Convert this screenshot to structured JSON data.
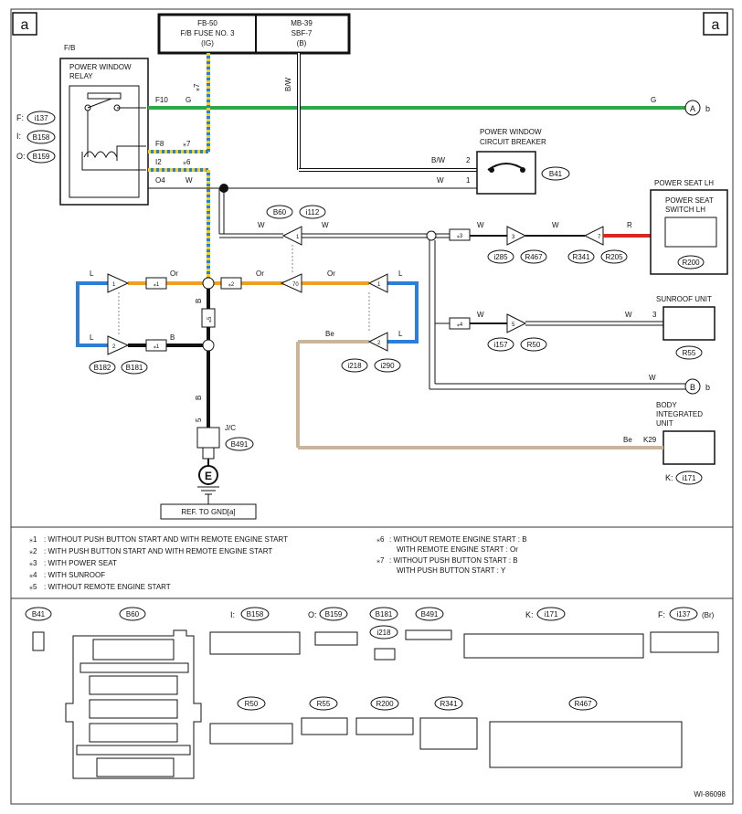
{
  "corner_left": "a",
  "corner_right": "a",
  "fuse_box": {
    "name": "FB-50",
    "line1": "F/B FUSE NO. 3",
    "line2": "(IG)"
  },
  "sbf_box": {
    "name": "MB-39",
    "line1": "SBF-7",
    "line2": "(B)"
  },
  "fb_label": "F/B",
  "relay": {
    "line1": "POWER WINDOW",
    "line2": "RELAY"
  },
  "relay_pins": {
    "f10": "F10",
    "f8": "F8",
    "i2": "I2",
    "o4": "O4"
  },
  "prefix": {
    "f": "F:",
    "i": "I:",
    "o": "O:",
    "k": "K:"
  },
  "conn_refs": {
    "i137": "i137",
    "b158": "B158",
    "b159": "B159",
    "b41": "B41",
    "b60": "B60",
    "i112": "i112",
    "i285": "i285",
    "r467": "R467",
    "r341": "R341",
    "r205": "R205",
    "r200": "R200",
    "i157": "i157",
    "r50": "R50",
    "r55": "R55",
    "b182": "B182",
    "b181": "B181",
    "i218": "i218",
    "i290": "i290",
    "b491": "B491",
    "i171": "i171"
  },
  "breaker": {
    "line1": "POWER WINDOW",
    "line2": "CIRCUIT BREAKER"
  },
  "seat_lh": {
    "title": "POWER SEAT LH",
    "sw1": "POWER SEAT",
    "sw2": "SWITCH LH"
  },
  "sunroof": "SUNROOF UNIT",
  "body_unit": {
    "line1": "BODY",
    "line2": "INTEGRATED",
    "line3": "UNIT"
  },
  "jc": "J/C",
  "ground": "E",
  "ref_gnd": "REF. TO GND[a]",
  "marker_a": "A",
  "marker_b": "B",
  "small_b": "b",
  "k29": "K29",
  "wire": {
    "G": "G",
    "W": "W",
    "BW": "B/W",
    "Or": "Or",
    "L": "L",
    "B": "B",
    "Be": "Be",
    "R": "R"
  },
  "stars": {
    "s1": "⁎1",
    "s2": "⁎2",
    "s3": "⁎3",
    "s4": "⁎4",
    "s5": "⁎5",
    "s6": "⁎6",
    "s7": "⁎7"
  },
  "pins": {
    "p1": "1",
    "p2": "2",
    "p3": "3",
    "p5": "5",
    "p7": "7",
    "p70": "70"
  },
  "notes": [
    {
      "mark": "⁎1",
      "text": ": WITHOUT PUSH BUTTON START AND WITH REMOTE ENGINE START"
    },
    {
      "mark": "⁎2",
      "text": ": WITH PUSH BUTTON START AND WITH REMOTE ENGINE START"
    },
    {
      "mark": "⁎3",
      "text": ": WITH POWER SEAT"
    },
    {
      "mark": "⁎4",
      "text": ": WITH SUNROOF"
    },
    {
      "mark": "⁎5",
      "text": ": WITHOUT REMOTE ENGINE START"
    }
  ],
  "notes_right": [
    {
      "mark": "⁎6",
      "l1": ": WITHOUT REMOTE ENGINE START  : B",
      "l2": "WITH REMOTE ENGINE START  : Or"
    },
    {
      "mark": "⁎7",
      "l1": ": WITHOUT PUSH BUTTON START  : B",
      "l2": "WITH PUSH BUTTON START  : Y"
    }
  ],
  "legend": {
    "b41": "B41",
    "b60": "B60",
    "i_b158": "B158",
    "o_b159": "B159",
    "b181": "B181",
    "i218": "i218",
    "b491": "B491",
    "k_i171": "i171",
    "f_i137": "i137",
    "br": "(Br)",
    "r50": "R50",
    "r55": "R55",
    "r200": "R200",
    "r341": "R341",
    "r467": "R467"
  },
  "figure_id": "WI-86098"
}
